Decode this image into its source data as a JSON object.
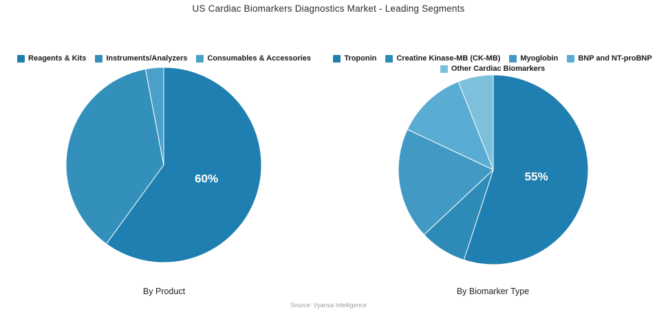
{
  "title": "US Cardiac Biomarkers Diagnostics Market - Leading Segments",
  "source": "Source: Vyansa Intelligence",
  "chart_data": [
    {
      "type": "pie",
      "caption": "By Product",
      "legend_position": "top",
      "start_angle_deg": 0,
      "direction": "clockwise",
      "slices": [
        {
          "label": "Reagents & Kits",
          "value": 60,
          "color": "#1f7fb0",
          "data_label": "60%"
        },
        {
          "label": "Instruments/Analyzers",
          "value": 37,
          "color": "#3390bb",
          "data_label": ""
        },
        {
          "label": "Consumables & Accessories",
          "value": 3,
          "color": "#4aa0c9",
          "data_label": ""
        }
      ]
    },
    {
      "type": "pie",
      "caption": "By Biomarker Type",
      "legend_position": "top",
      "start_angle_deg": 0,
      "direction": "clockwise",
      "slices": [
        {
          "label": "Troponin",
          "value": 55,
          "color": "#1f7fb0",
          "data_label": "55%"
        },
        {
          "label": "Creatine Kinase-MB (CK-MB)",
          "value": 8,
          "color": "#2e8bb8",
          "data_label": ""
        },
        {
          "label": "Myoglobin",
          "value": 19,
          "color": "#429ac4",
          "data_label": ""
        },
        {
          "label": "BNP and NT-proBNP",
          "value": 12,
          "color": "#5bacd2",
          "data_label": ""
        },
        {
          "label": "Other Cardiac Biomarkers",
          "value": 6,
          "color": "#7cc0dc",
          "data_label": ""
        }
      ]
    }
  ]
}
